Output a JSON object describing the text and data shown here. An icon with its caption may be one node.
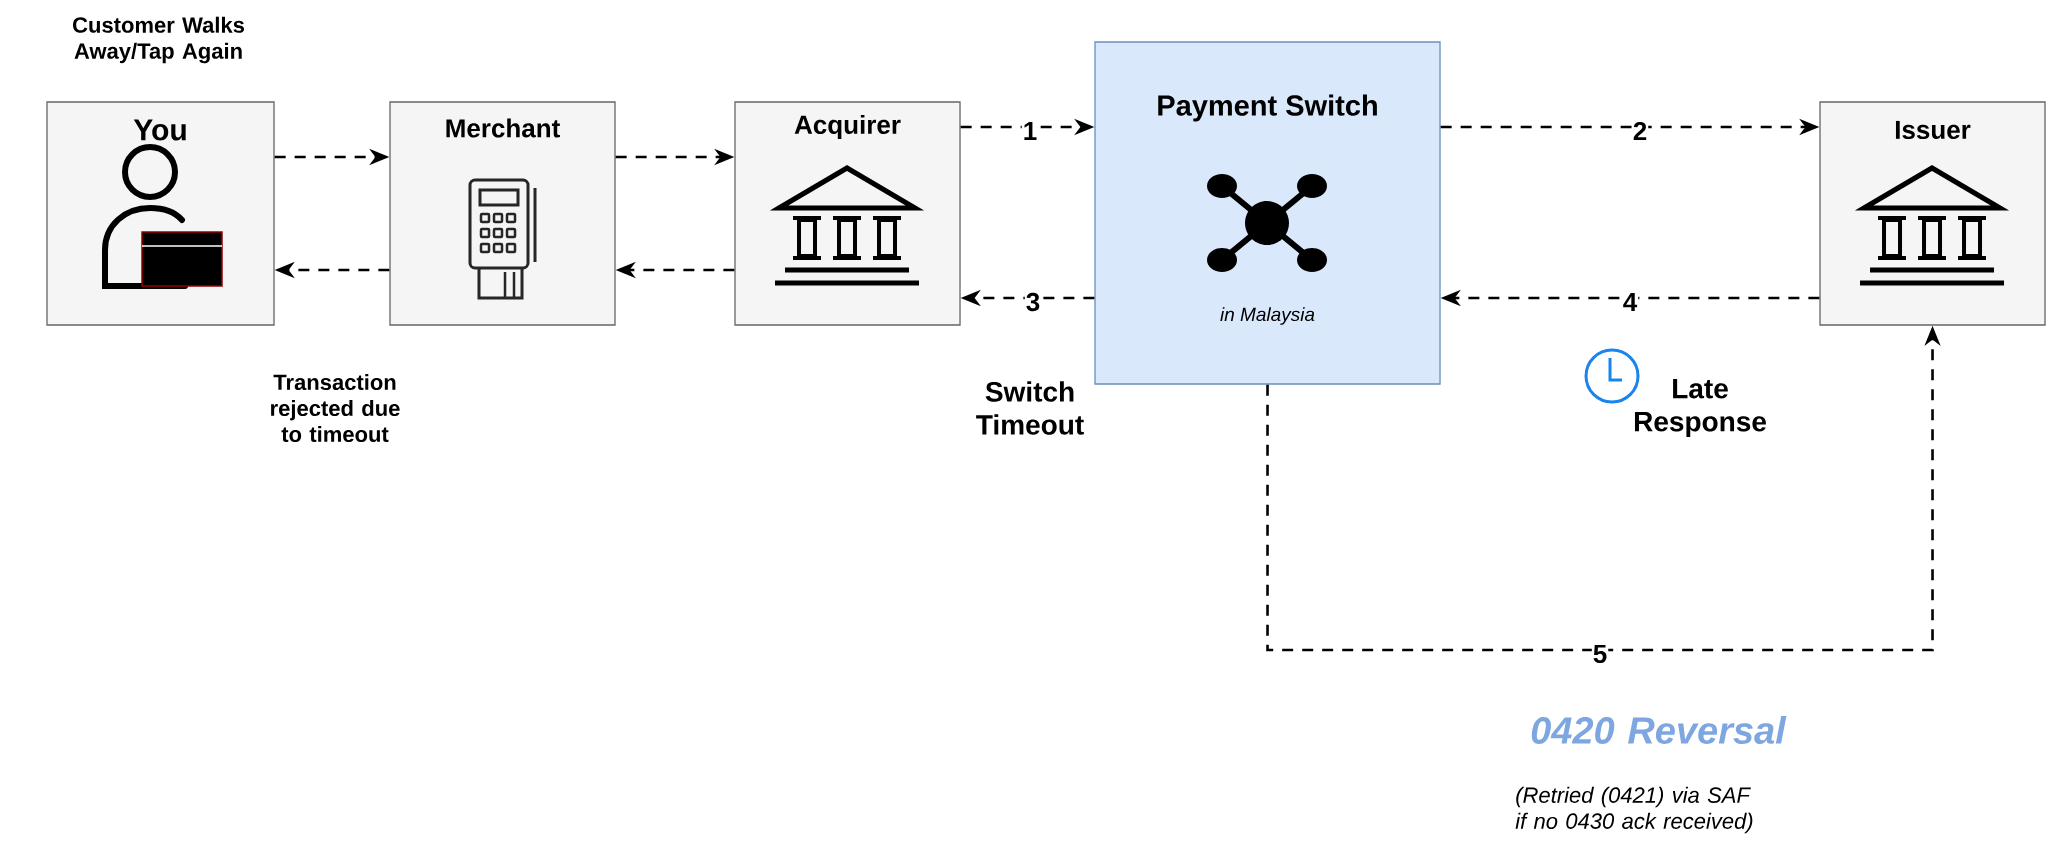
{
  "diagram": {
    "nodes": [
      {
        "text": [
          "You"
        ],
        "beside": [
          "Customer Walks Away/Tap Again"
        ]
      },
      {
        "text": [
          "Merchant"
        ]
      },
      {
        "text": [
          "Acquirer"
        ]
      },
      {
        "text": [
          "Payment Switch",
          "in Malaysia"
        ]
      },
      {
        "text": [
          "Issuer"
        ]
      }
    ],
    "edges": [
      {
        "from": 0,
        "to": 1,
        "arrow": "to",
        "style": "dashed"
      },
      {
        "from": 1,
        "to": 2,
        "arrow": "to",
        "style": "dashed"
      },
      {
        "from": 2,
        "to": 1,
        "arrow": "to",
        "style": "dashed"
      },
      {
        "from": 1,
        "to": 0,
        "arrow": "to",
        "style": "dashed"
      },
      {
        "from": 2,
        "to": 3,
        "arrow": "to",
        "style": "dashed",
        "label": "1"
      },
      {
        "from": 3,
        "to": 4,
        "arrow": "to",
        "style": "dashed",
        "label": "2"
      },
      {
        "from": 3,
        "to": 2,
        "arrow": "to",
        "style": "dashed",
        "label": "3"
      },
      {
        "from": 4,
        "to": 3,
        "arrow": "to",
        "style": "dashed",
        "label": "4"
      },
      {
        "from": 3,
        "to": 4,
        "arrow": "to",
        "style": "dashed",
        "label": "5"
      }
    ],
    "labels": [
      "Transaction rejected due to timeout",
      "Switch Timeout",
      "Late Response",
      "0420 Reversal",
      "(Retried (0421) via SAF if no 0430 ack received)"
    ]
  }
}
